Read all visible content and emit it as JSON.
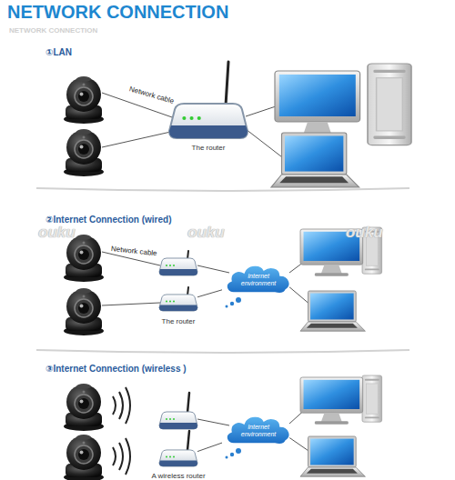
{
  "diagram": {
    "title": "NETWORK CONNECTION",
    "nodes": [
      {
        "text": [
          "The router"
        ]
      },
      {
        "text": [
          "Internet environment"
        ]
      },
      {
        "text": [
          "The router"
        ]
      },
      {
        "text": [
          "Internet environment"
        ]
      },
      {
        "text": [
          "A wireless router"
        ]
      }
    ],
    "edges": [
      {
        "from": 2,
        "to": 1,
        "arrow": "none"
      },
      {
        "from": 4,
        "to": 3,
        "arrow": "none"
      }
    ],
    "labels": [
      "NETWORK CONNECTION",
      "①LAN",
      "Network cable",
      "②Internet Connection (wired)",
      "ouku",
      "ouku",
      "ouku",
      "Network cable",
      "③Internet Connection (wireless )"
    ]
  }
}
